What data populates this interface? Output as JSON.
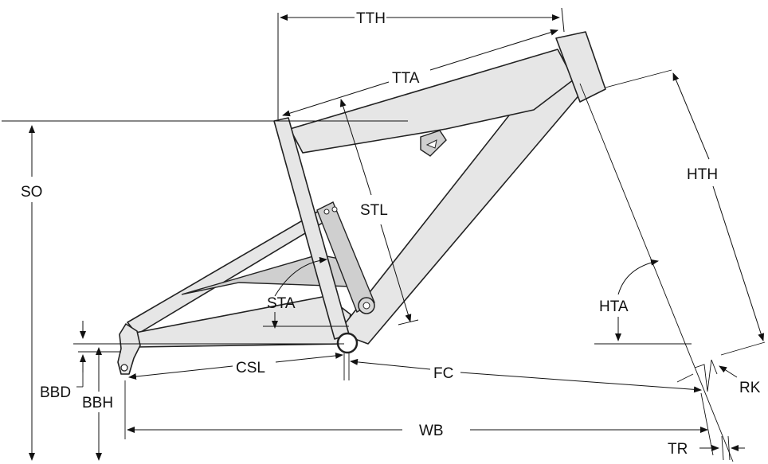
{
  "labels": {
    "tth": "TTH",
    "tta": "TTA",
    "so": "SO",
    "stl": "STL",
    "hth": "HTH",
    "sta": "STA",
    "hta": "HTA",
    "csl": "CSL",
    "fc": "FC",
    "bbd": "BBD",
    "bbh": "BBH",
    "rk": "RK",
    "wb": "WB",
    "tr": "TR"
  }
}
